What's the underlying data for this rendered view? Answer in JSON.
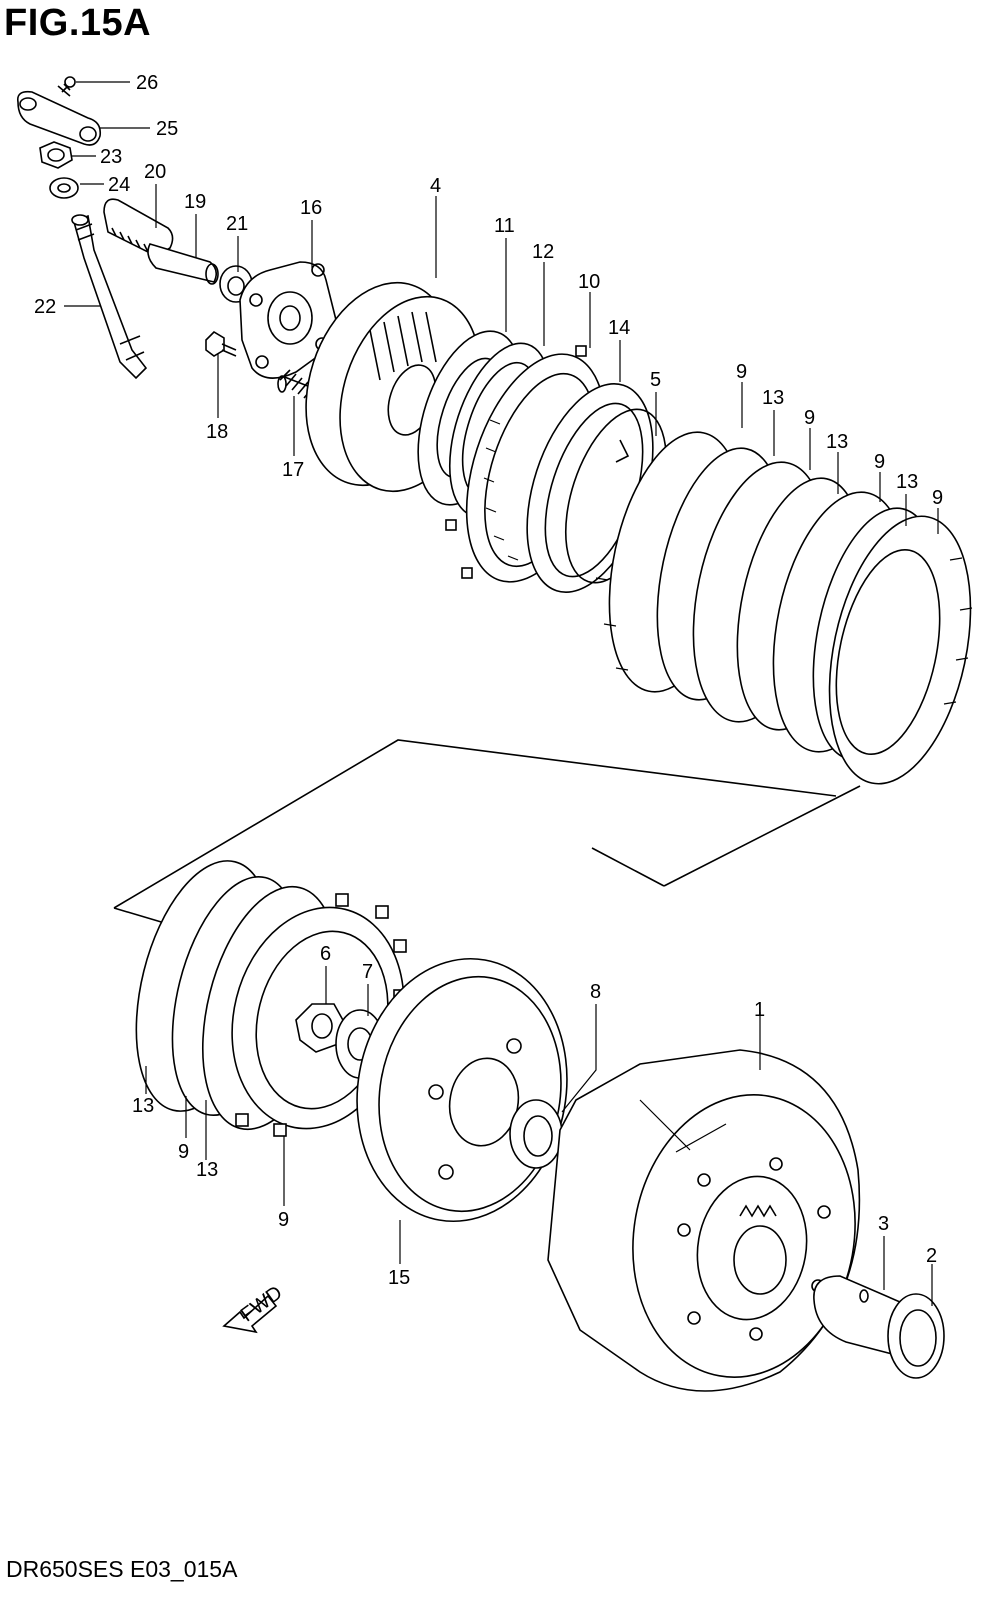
{
  "figure": {
    "title": "FIG.15A",
    "code": "DR650SES E03_015A"
  },
  "callouts": [
    {
      "id": "c26",
      "label": "26"
    },
    {
      "id": "c25",
      "label": "25"
    },
    {
      "id": "c23",
      "label": "23"
    },
    {
      "id": "c24",
      "label": "24"
    },
    {
      "id": "c20",
      "label": "20"
    },
    {
      "id": "c19",
      "label": "19"
    },
    {
      "id": "c21",
      "label": "21"
    },
    {
      "id": "c16",
      "label": "16"
    },
    {
      "id": "c4",
      "label": "4"
    },
    {
      "id": "c11",
      "label": "11"
    },
    {
      "id": "c12",
      "label": "12"
    },
    {
      "id": "c10",
      "label": "10"
    },
    {
      "id": "c14",
      "label": "14"
    },
    {
      "id": "c5",
      "label": "5"
    },
    {
      "id": "c22",
      "label": "22"
    },
    {
      "id": "c18",
      "label": "18"
    },
    {
      "id": "c17",
      "label": "17"
    },
    {
      "id": "c9a",
      "label": "9"
    },
    {
      "id": "c13a",
      "label": "13"
    },
    {
      "id": "c9b",
      "label": "9"
    },
    {
      "id": "c13b",
      "label": "13"
    },
    {
      "id": "c9c",
      "label": "9"
    },
    {
      "id": "c13c",
      "label": "13"
    },
    {
      "id": "c9d",
      "label": "9"
    },
    {
      "id": "c6",
      "label": "6"
    },
    {
      "id": "c7",
      "label": "7"
    },
    {
      "id": "c8",
      "label": "8"
    },
    {
      "id": "c1",
      "label": "1"
    },
    {
      "id": "c13d",
      "label": "13"
    },
    {
      "id": "c9e",
      "label": "9"
    },
    {
      "id": "c13e",
      "label": "13"
    },
    {
      "id": "c9f",
      "label": "9"
    },
    {
      "id": "c15",
      "label": "15"
    },
    {
      "id": "c3",
      "label": "3"
    },
    {
      "id": "c2",
      "label": "2"
    }
  ],
  "fwd_marker": {
    "text": "FWD",
    "icon": "forward-arrow-icon"
  }
}
